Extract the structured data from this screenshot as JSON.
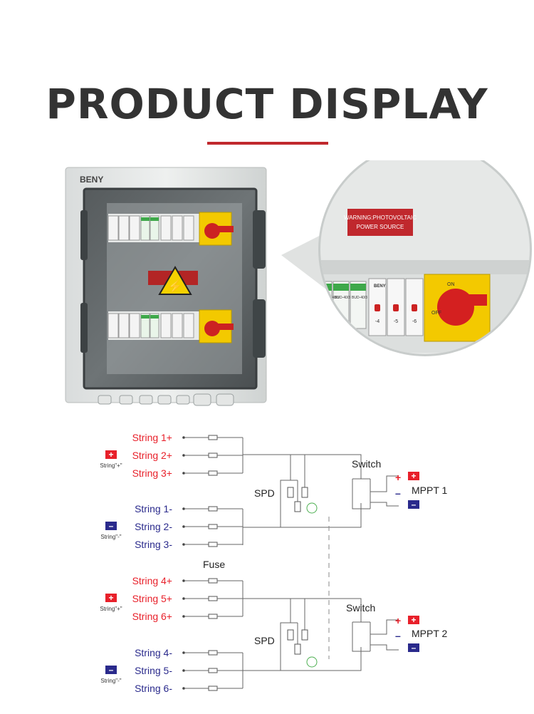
{
  "title": "PRODUCT DISPLAY",
  "colors": {
    "title": "#333333",
    "accent": "#c0282d",
    "positive": "#e8202a",
    "negative": "#2a2a8c"
  },
  "product": {
    "brand": "BENY",
    "warning_label_line1": "WARNING:PHOTOVOLTAIC",
    "warning_label_line2": "POWER SOURCE",
    "zoom_brand": "BENY",
    "zoom_spd_labels": [
      "BUD-40/3",
      "BUD-40/3",
      "BUD-40/3"
    ],
    "zoom_breaker_labels": [
      "-4",
      "-5",
      "-6"
    ],
    "switch_on": "ON",
    "switch_off": "OFF"
  },
  "schematic": {
    "groups": [
      {
        "polarity": "+",
        "legend": "String\"+\"",
        "strings": [
          "String 1+",
          "String 2+",
          "String 3+"
        ]
      },
      {
        "polarity": "-",
        "legend": "String\"-\"",
        "strings": [
          "String 1-",
          "String 2-",
          "String 3-"
        ]
      },
      {
        "polarity": "+",
        "legend": "String\"+\"",
        "strings": [
          "String 4+",
          "String 5+",
          "String 6+"
        ]
      },
      {
        "polarity": "-",
        "legend": "String\"-\"",
        "strings": [
          "String 4-",
          "String 5-",
          "String 6-"
        ]
      }
    ],
    "fuse_label": "Fuse",
    "spd_label": "SPD",
    "switch_label": "Switch",
    "mppt": [
      "MPPT 1",
      "MPPT 2"
    ],
    "plus": "+",
    "minus": "–"
  }
}
